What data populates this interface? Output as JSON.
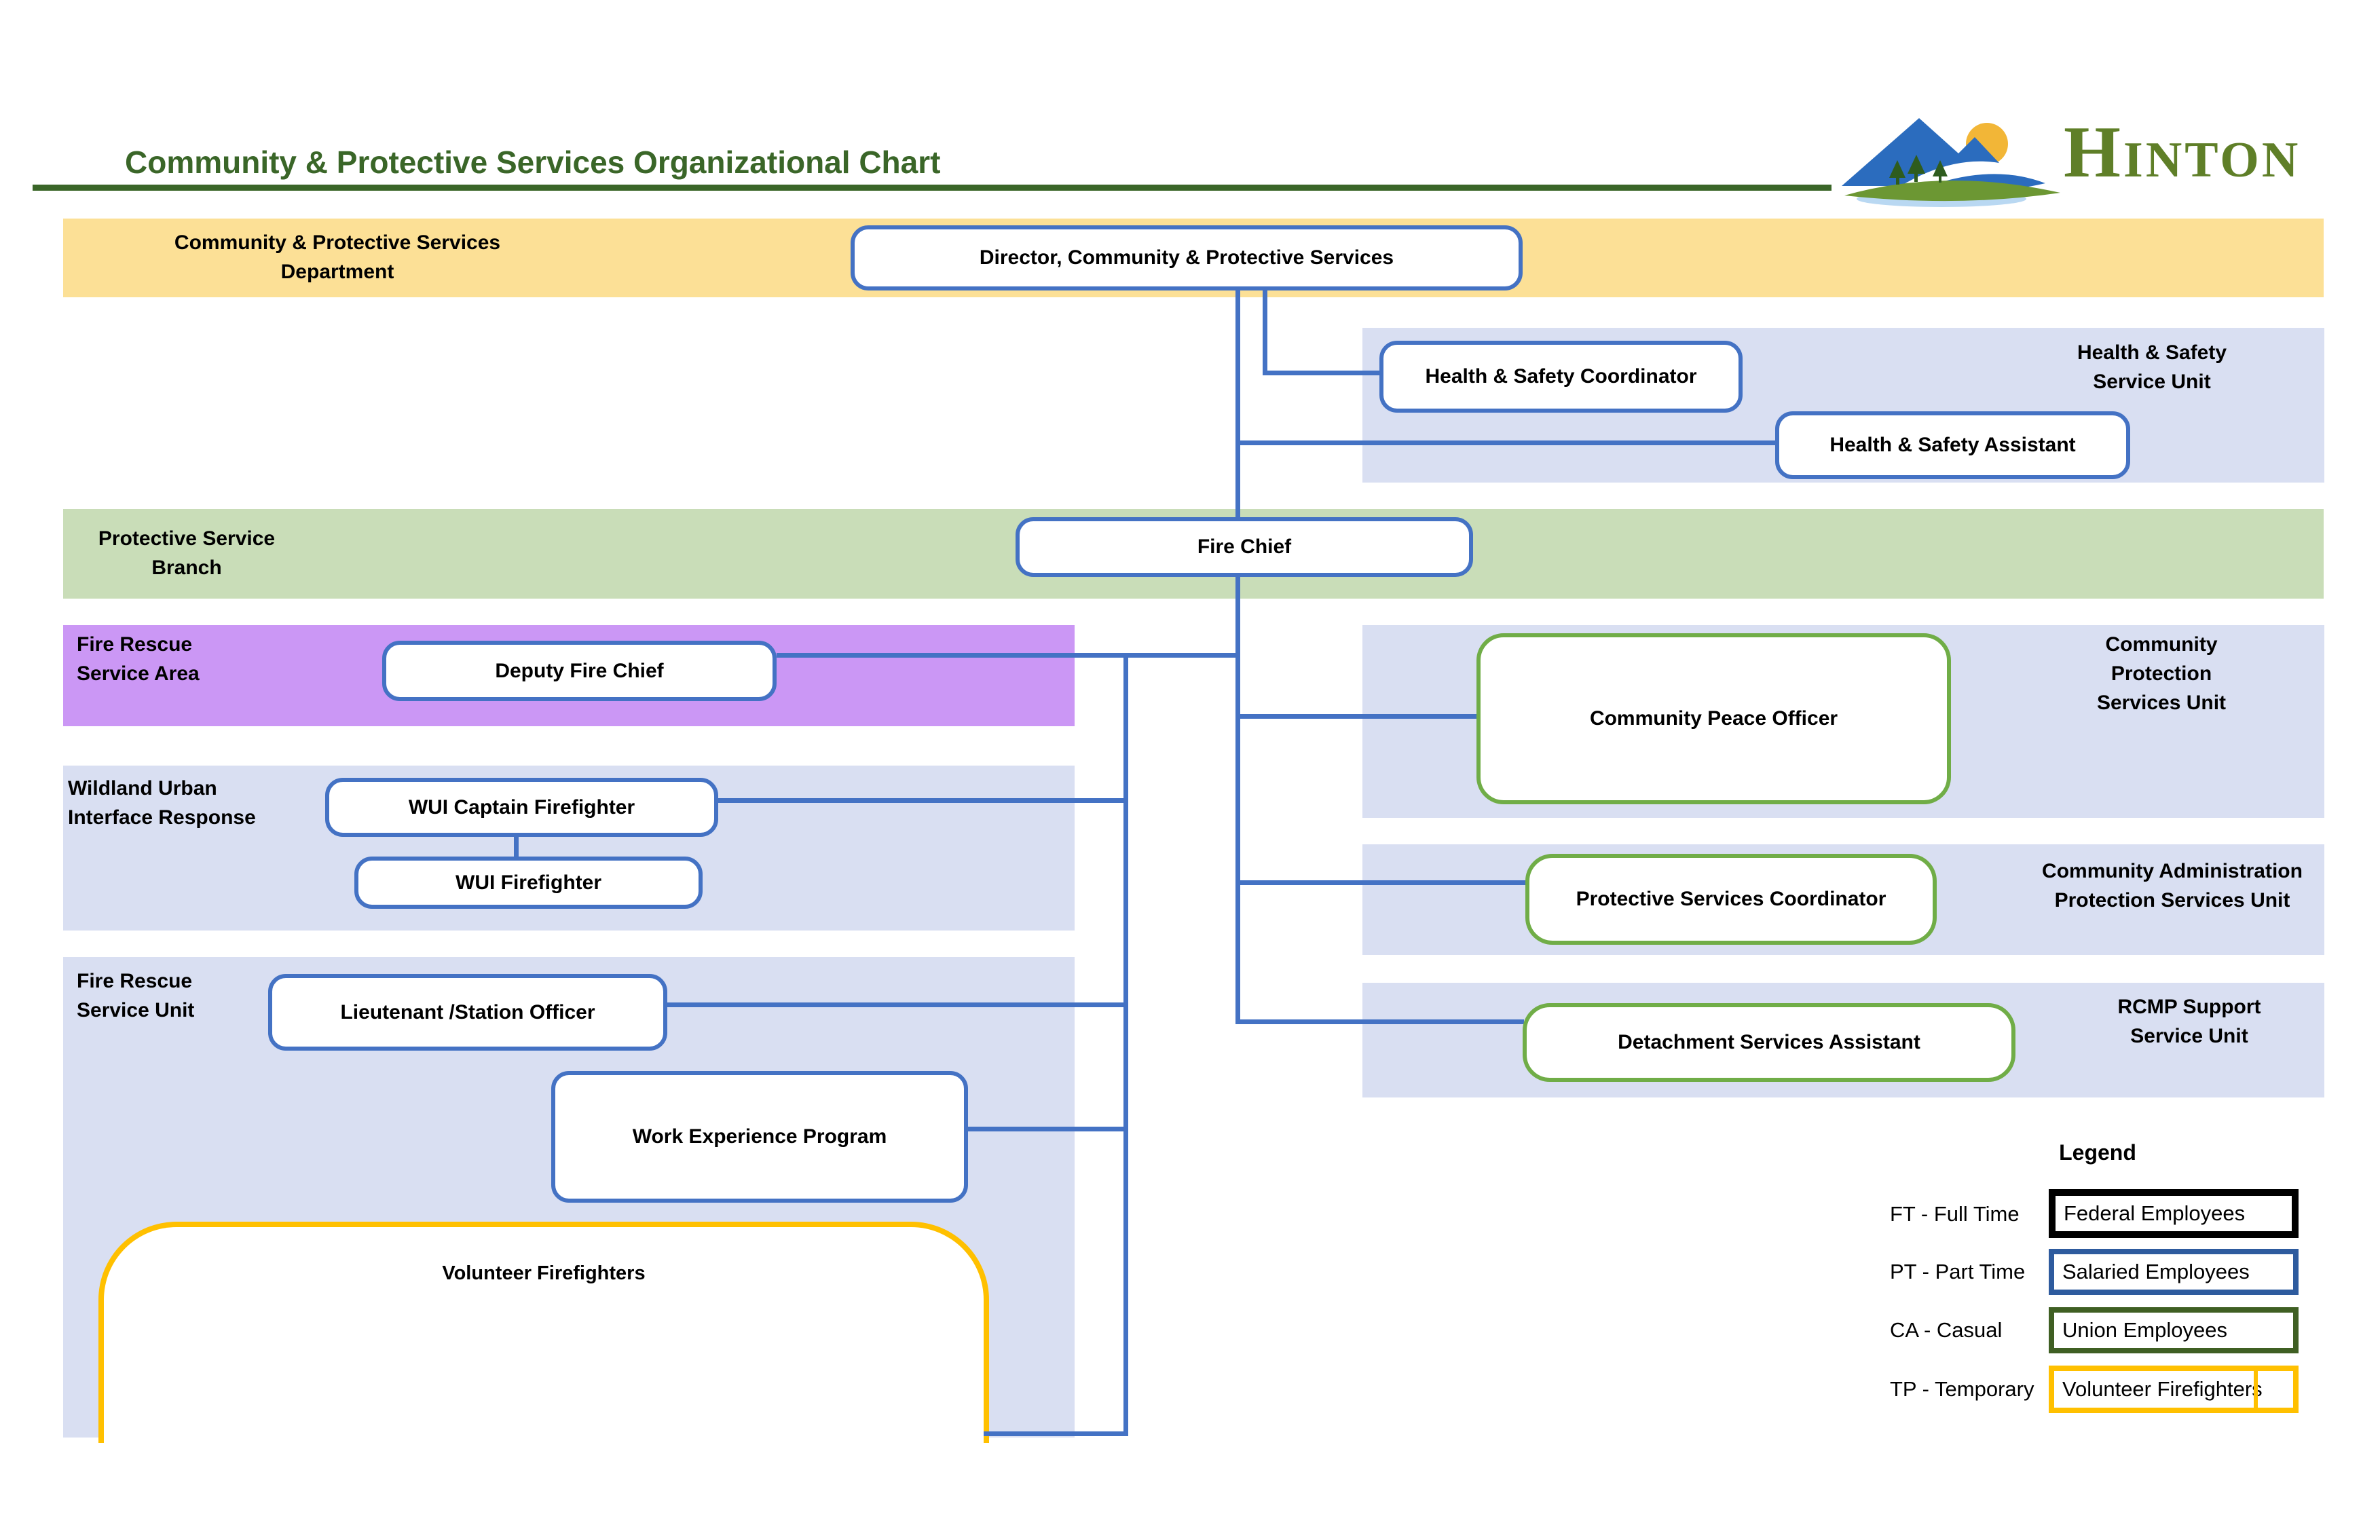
{
  "title": "Community & Protective Services Organizational Chart",
  "logo": {
    "text": "HINTON"
  },
  "department": {
    "label": [
      "Community & Protective Services",
      "Department"
    ],
    "director": "Director, Community & Protective Services"
  },
  "health_safety": {
    "unit_label": [
      "Health & Safety",
      "Service Unit"
    ],
    "coordinator": "Health & Safety Coordinator",
    "assistant": "Health & Safety Assistant"
  },
  "protective_branch": {
    "label": [
      "Protective Service",
      "Branch"
    ],
    "fire_chief": "Fire Chief"
  },
  "fire_rescue_area": {
    "label": [
      "Fire Rescue",
      "Service Area"
    ],
    "deputy_fire_chief": "Deputy Fire Chief"
  },
  "community_protection": {
    "unit_label": [
      "Community",
      "Protection",
      "Services Unit"
    ],
    "peace_officer": "Community Peace Officer"
  },
  "wildland_urban": {
    "label": [
      "Wildland Urban",
      "Interface Response"
    ],
    "captain": "WUI Captain Firefighter",
    "firefighter": "WUI Firefighter"
  },
  "community_admin": {
    "unit_label": [
      "Community Administration",
      "Protection Services Unit"
    ],
    "coordinator": "Protective Services Coordinator"
  },
  "fire_rescue_unit": {
    "label": [
      "Fire Rescue",
      "Service Unit"
    ],
    "lieutenant": "Lieutenant /Station Officer",
    "work_experience": "Work Experience Program",
    "volunteers": "Volunteer Firefighters"
  },
  "rcmp_support": {
    "unit_label": [
      "RCMP Support",
      "Service Unit"
    ],
    "assistant": "Detachment Services Assistant"
  },
  "legend": {
    "heading": "Legend",
    "rows": [
      {
        "abbr": "FT - Full Time",
        "label": "Federal Employees",
        "border_color": "#000000"
      },
      {
        "abbr": "PT - Part Time",
        "label": "Salaried Employees",
        "border_color": "#2E5B9E"
      },
      {
        "abbr": "CA - Casual",
        "label": "Union Employees",
        "border_color": "#3F5F23"
      },
      {
        "abbr": "TP - Temporary",
        "label": "Volunteer Firefighters",
        "border_color": "#FFC000"
      }
    ]
  },
  "colors": {
    "title_green": "#3A6628",
    "band_yellow": "#FCE096",
    "band_lavender": "#D9DFF2",
    "band_green": "#C9DDB8",
    "band_purple": "#CB97F5",
    "connector_blue": "#4472C4",
    "node_border_blue": "#4472C4",
    "node_border_green": "#70AD47",
    "volunteer_border_yellow": "#FFC000",
    "logo_green": "#5F7F28"
  }
}
